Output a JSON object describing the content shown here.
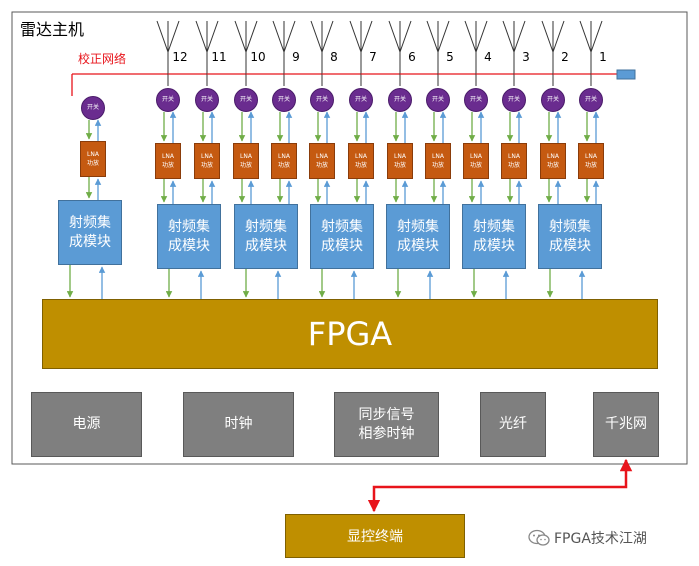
{
  "title": "雷达主机",
  "calibration_label": "校正网络",
  "antenna_numbers": [
    "12",
    "11",
    "10",
    "9",
    "8",
    "7",
    "6",
    "5",
    "4",
    "3",
    "2",
    "1"
  ],
  "switch_label": "开关",
  "lna_label": "LNA 功放",
  "rf_module_label": "射频集成模块",
  "fpga_label": "FPGA",
  "bottom_modules": {
    "power": "电源",
    "clock": "时钟",
    "sync": "同步信号相参时钟",
    "fiber": "光纤",
    "gigabit": "千兆网"
  },
  "display_terminal": "显控终端",
  "watermark": "FPGA技术江湖",
  "colors": {
    "switch": "#6a2c8f",
    "lna": "#c55a11",
    "rf_module": "#5b9bd5",
    "fpga": "#bf8f00",
    "gray_module": "#7f7f7f",
    "calibration_line": "#e8141b",
    "arrow_down": "#70ad47",
    "arrow_up": "#5b9bd5",
    "ethernet_link": "#e8141b"
  }
}
